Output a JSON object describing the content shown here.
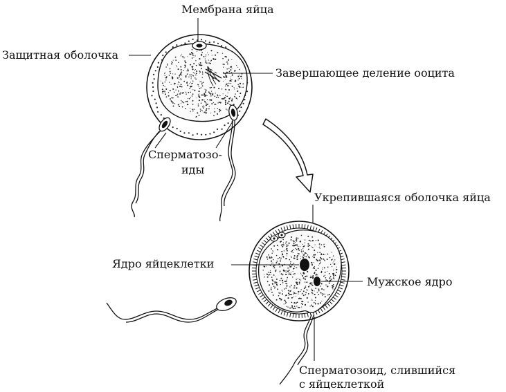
{
  "labels": {
    "egg_membrane": "Мембрана яйца",
    "protective_shell": "Защитная оболочка",
    "final_division": "Завершающее деление ооцита",
    "spermatozoa_line1": "Сперматозо-",
    "spermatozoa_line2": "иды",
    "hardened_membrane": "Укрепившаяся оболочка яйца",
    "egg_nucleus": "Ядро яйцеклетки",
    "male_nucleus": "Мужское ядро",
    "fused_sperm_line1": "Сперматозоид, слившийся",
    "fused_sperm_line2": "с яйцеклеткой"
  }
}
